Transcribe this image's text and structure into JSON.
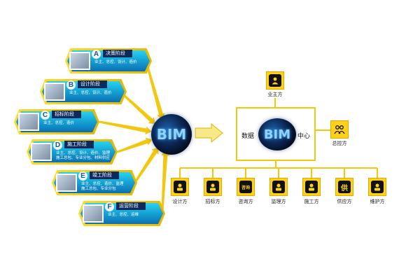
{
  "stages": [
    {
      "letter": "A",
      "title": "决策阶段",
      "desc": [
        "业主、总控、设计、造价"
      ]
    },
    {
      "letter": "B",
      "title": "设计阶段",
      "desc": [
        "业主、总控、设计、造价"
      ]
    },
    {
      "letter": "C",
      "title": "招标阶段",
      "desc": [
        "业主、总控、造价"
      ]
    },
    {
      "letter": "D",
      "title": "施工阶段",
      "desc": [
        "业主、总控、设计、造价、监理",
        "施工总包、专业分包、材料供应"
      ]
    },
    {
      "letter": "E",
      "title": "竣工阶段",
      "desc": [
        "业主、总控、造价、监理",
        "施工总包、专业分包"
      ]
    },
    {
      "letter": "F",
      "title": "运营阶段",
      "desc": [
        "业主、总控、运维"
      ]
    }
  ],
  "left_sphere_text": "BIM",
  "center": {
    "left_label": "数据",
    "right_label": "中心",
    "sphere_text": "BIM"
  },
  "owner": {
    "label": "业主方",
    "icon": "person-icon"
  },
  "general": {
    "label": "总控方",
    "icon": "group-icon"
  },
  "parties": [
    {
      "label": "设计方",
      "icon": "designer-icon",
      "glyph": ""
    },
    {
      "label": "招标方",
      "icon": "gavel-icon",
      "glyph": ""
    },
    {
      "label": "咨询方",
      "icon": "consult-icon",
      "glyph": "咨询"
    },
    {
      "label": "监理方",
      "icon": "helmet-icon",
      "glyph": ""
    },
    {
      "label": "施工方",
      "icon": "gear-icon",
      "glyph": ""
    },
    {
      "label": "供应方",
      "icon": "supply-icon",
      "glyph": "供"
    },
    {
      "label": "维护方",
      "icon": "maintenance-icon",
      "glyph": ""
    }
  ],
  "colors": {
    "accent_yellow": "#f2c80f",
    "panel_blue": "#16a6d6",
    "dark_navy": "#0c2a5c"
  }
}
